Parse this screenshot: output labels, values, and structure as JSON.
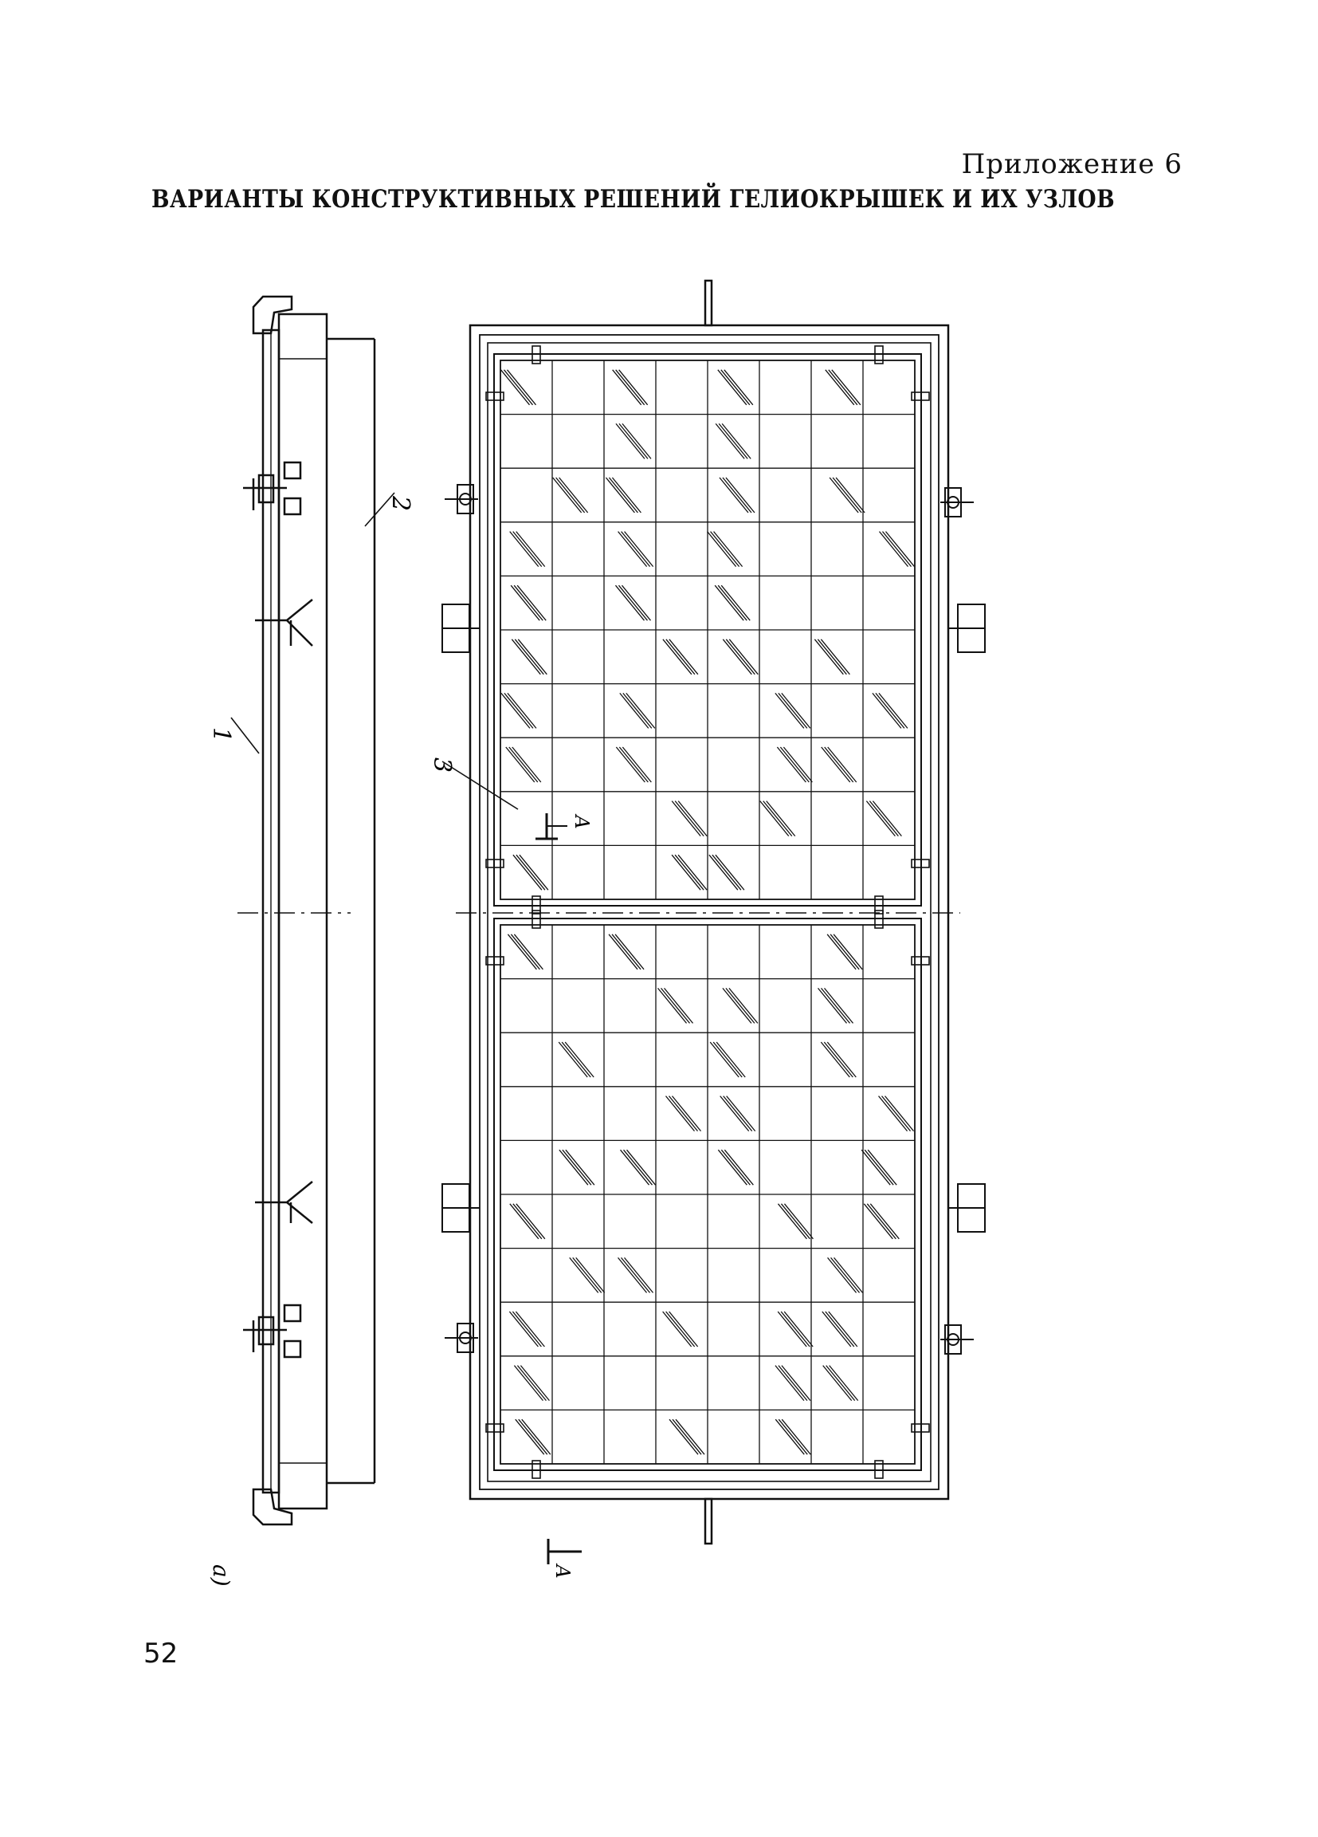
{
  "header": {
    "appendix": "Приложение 6",
    "title": "ВАРИАНТЫ КОНСТРУКТИВНЫХ РЕШЕНИЙ ГЕЛИОКРЫШЕК И ИХ УЗЛОВ"
  },
  "drawing": {
    "variant_label": "а)",
    "callouts": {
      "c1": "1",
      "c2": "2",
      "c3": "3"
    },
    "section_mark": "А",
    "panel_grid": {
      "columns": 8,
      "rows_per_panel": 10,
      "panels": 2
    }
  },
  "footer": {
    "page_number": "52"
  }
}
